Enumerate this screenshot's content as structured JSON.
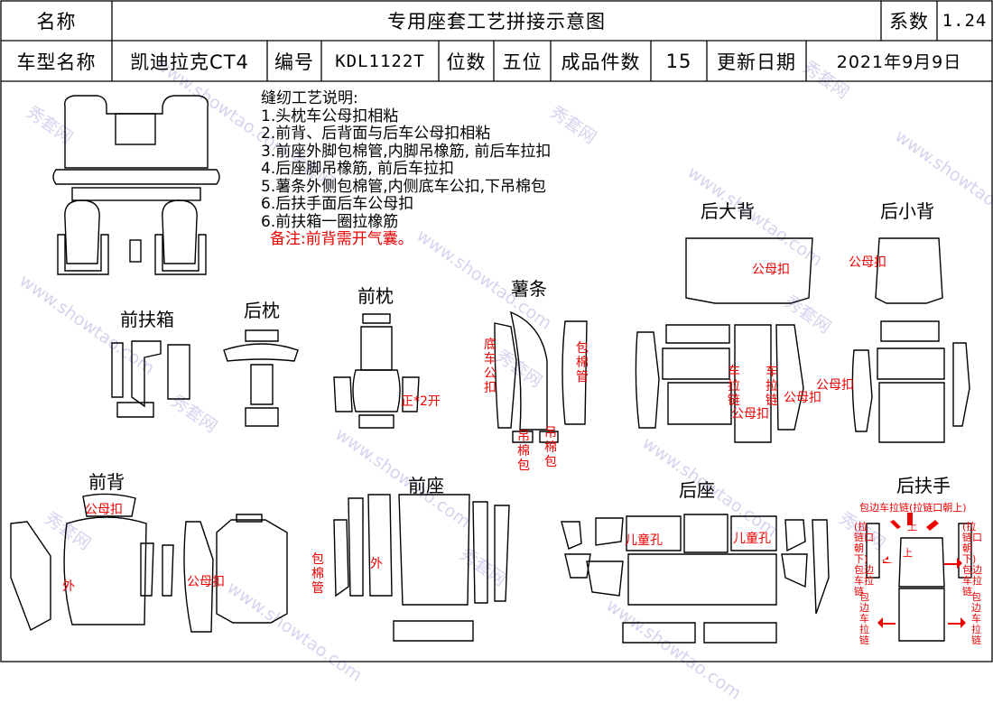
{
  "header": {
    "name_label": "名称",
    "title": "专用座套工艺拼接示意图",
    "coef_label": "系数",
    "coef_value": "1.24",
    "model_label": "车型名称",
    "model_value": "凯迪拉克CT4",
    "code_label": "编号",
    "code_value": "KDL1122T",
    "seat_label": "位数",
    "seat_value": "五位",
    "pieces_label": "成品件数",
    "pieces_value": "15",
    "date_label": "更新日期",
    "date_value": "2021年9月9日"
  },
  "notes": {
    "heading": "缝纫工艺说明:",
    "items": [
      "1.头枕车公母扣相粘",
      "2.前背、后背面与后车公母扣相粘",
      "3.前座外脚包棉管,内脚吊橡筋, 前后车拉扣",
      "4.后座脚吊橡筋, 前后车拉扣",
      "5.薯条外侧包棉管,内侧底车公扣,下吊棉包",
      "6.后扶手面后车公母扣",
      "6.前扶箱一圈拉橡筋"
    ],
    "remark": "备注:前背需开气囊。"
  },
  "sections": {
    "front_armbox": "前扶箱",
    "rear_headrest": "后枕",
    "front_headrest": "前枕",
    "fries": "薯条",
    "rear_big_back": "后大背",
    "rear_small_back": "后小背",
    "front_back": "前背",
    "front_seat": "前座",
    "rear_seat": "后座",
    "rear_armrest": "后扶手"
  },
  "labels": {
    "front_headrest_note": "正*2开",
    "fries_bottom_snap": "底车公扣",
    "fries_wrap_pipe": "包棉管",
    "fries_hang_left": "吊棉包",
    "fries_hang_right": "吊棉包",
    "big_back_snap": "公母扣",
    "big_back_zip1": "车拉链",
    "big_back_zip2": "车拉链",
    "big_back_snap2": "公母扣",
    "big_back_snap3": "公母扣",
    "small_back_snap": "公母扣",
    "small_back_snap2": "公母扣",
    "front_back_snap_top": "公母扣",
    "front_back_outer": "外",
    "front_back_snap_side": "公母扣",
    "front_seat_wrap": "包棉管",
    "front_seat_outer": "外",
    "rear_seat_child1": "儿童孔",
    "rear_seat_child2": "儿童孔",
    "arm_top": "包边车拉链(拉链口朝上)",
    "arm_left": "(拉链口朝下)包边车拉链",
    "arm_right": "(拉链口朝下)包边车拉链",
    "arm_bottom_left": "包边车拉链",
    "arm_bottom_right": "包边车拉链",
    "arm_up1": "上",
    "arm_up2": "上"
  },
  "watermark": {
    "text1": "秀套网",
    "text2": "www.showtao.com"
  },
  "colors": {
    "line": "#000000",
    "annotation": "#e00000",
    "watermark": "#d9d2ee"
  }
}
